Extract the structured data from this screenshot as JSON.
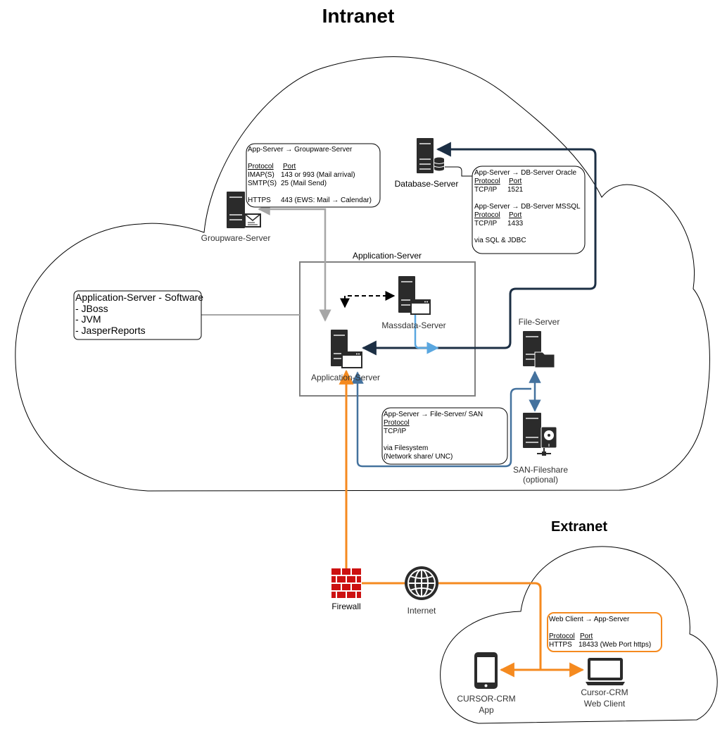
{
  "titles": {
    "intranet": "Intranet",
    "extranet": "Extranet"
  },
  "nodes": {
    "database_server": "Database-Server",
    "groupware_server": "Groupware-Server",
    "application_server_box": "Application-Server",
    "massdata_server": "Massdata-Server",
    "application_server": "Application-Server",
    "file_server": "File-Server",
    "san_fileshare": "SAN-Fileshare",
    "san_optional": "(optional)",
    "firewall": "Firewall",
    "internet": "Internet",
    "crm_app_line1": "CURSOR-CRM",
    "crm_app_line2": "App",
    "web_client_line1": "Cursor-CRM",
    "web_client_line2": "Web Client"
  },
  "notes": {
    "groupware": {
      "title": "App-Server → Groupware-Server",
      "protocol_hdr": "Protocol",
      "port_hdr": "Port",
      "rows": [
        [
          "IMAP(S)",
          "143 or 993 (Mail arrival)"
        ],
        [
          "SMTP(S)",
          "25 (Mail Send)"
        ],
        [
          "HTTPS",
          "443 (EWS: Mail → Calendar)"
        ]
      ]
    },
    "database": {
      "oracle_title": "App-Server → DB-Server Oracle",
      "oracle_row": [
        "TCP/IP",
        "1521"
      ],
      "mssql_title": "App-Server → DB-Server MSSQL",
      "mssql_row": [
        "TCP/IP",
        "1433"
      ],
      "protocol_hdr": "Protocol",
      "port_hdr": "Port",
      "footer": "via SQL & JDBC"
    },
    "software": {
      "title": "Application-Server - Software",
      "items": [
        "- JBoss",
        "- JVM",
        "- JasperReports"
      ]
    },
    "fileserver": {
      "title": "App-Server → File-Server/ SAN",
      "protocol_hdr": "Protocol",
      "protocol": "TCP/IP",
      "footer1": "via Filesystem",
      "footer2": "(Network share/ UNC)"
    },
    "webclient": {
      "title": "Web Client → App-Server",
      "protocol_hdr": "Protocol",
      "port_hdr": "Port",
      "row": [
        "HTTPS",
        "18433 (Web Port https)"
      ]
    }
  },
  "colors": {
    "navy": "#1c2f44",
    "steel": "#44729e",
    "light_blue": "#5aa7e0",
    "grey": "#a6a6a6",
    "orange": "#f58a1f",
    "firewall_red": "#cc1111",
    "server": "#2b2b2b"
  }
}
